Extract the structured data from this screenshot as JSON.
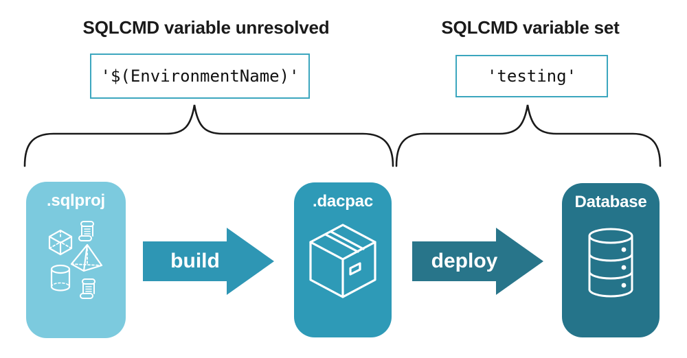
{
  "annotations": {
    "left": {
      "title": "SQLCMD variable unresolved",
      "code": "'$(EnvironmentName)'"
    },
    "right": {
      "title": "SQLCMD variable set",
      "code": "'testing'"
    }
  },
  "pipeline": {
    "nodes": [
      {
        "id": "sqlproj",
        "label": ".sqlproj",
        "color": "#7CCADE"
      },
      {
        "id": "dacpac",
        "label": ".dacpac",
        "color": "#2E9AB7"
      },
      {
        "id": "database",
        "label": "Database",
        "color": "#25748A"
      }
    ],
    "arrows": [
      {
        "id": "build",
        "label": "build",
        "color": "#2E96B4"
      },
      {
        "id": "deploy",
        "label": "deploy",
        "color": "#28758A"
      }
    ]
  },
  "icons": {
    "sqlproj": [
      "cube-icon",
      "scroll-icon",
      "pyramid-icon",
      "cylinder-icon",
      "scroll-icon"
    ],
    "dacpac": "package-box-icon",
    "database": "database-cylinder-icon"
  },
  "colors": {
    "code_box_border": "#3BA6BE",
    "brace_stroke": "#1A1A1A",
    "title_text": "#1A1A1A",
    "node_label_text": "#FFFFFF",
    "icon_stroke": "#FFFFFF",
    "background": "#FFFFFF"
  }
}
